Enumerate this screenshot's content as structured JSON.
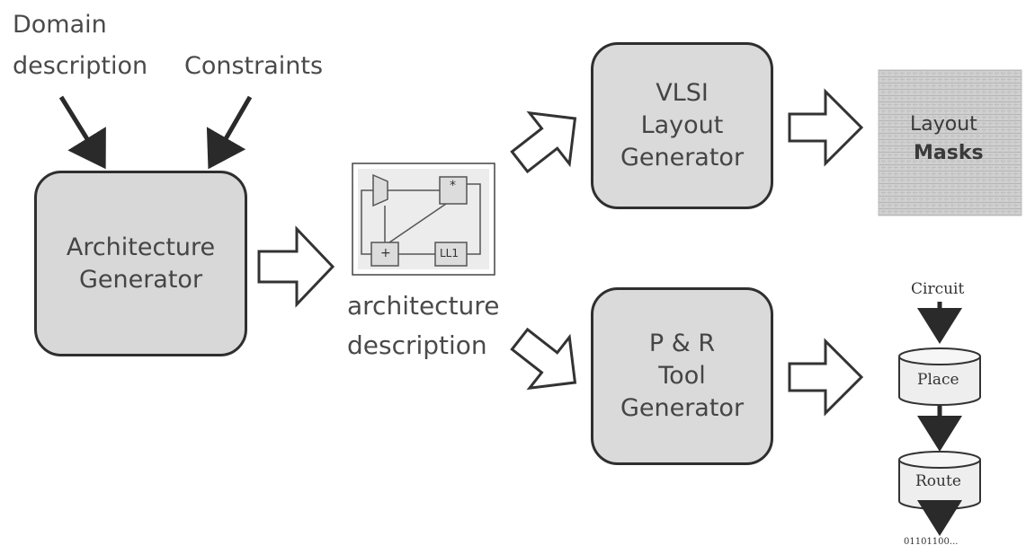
{
  "inputs": {
    "domain_line1": "Domain",
    "domain_line2": "description",
    "constraints": "Constraints"
  },
  "architecture_generator": {
    "line1": "Architecture",
    "line2": "Generator"
  },
  "architecture_description": {
    "line1": "architecture",
    "line2": "description",
    "diagram_labels": {
      "multiplier": "*",
      "adder": "+",
      "register": "LL1"
    }
  },
  "vlsi_generator": {
    "line1": "VLSI",
    "line2": "Layout",
    "line3": "Generator"
  },
  "layout_masks": {
    "line1": "Layout",
    "line2": "Masks"
  },
  "pr_generator": {
    "line1": "P & R",
    "line2": "Tool",
    "line3": "Generator"
  },
  "pr_flow": {
    "input": "Circuit",
    "step1": "Place",
    "step2": "Route",
    "output": "01101100..."
  },
  "colors": {
    "box_fill": "#d8d8d8",
    "stroke": "#2f2f2f",
    "text": "#454545",
    "mask_fill": "#cfcfcf"
  },
  "icons": [
    "input-arrow-icon",
    "block-arrow-icon",
    "down-arrow-icon",
    "cylinder-icon"
  ]
}
